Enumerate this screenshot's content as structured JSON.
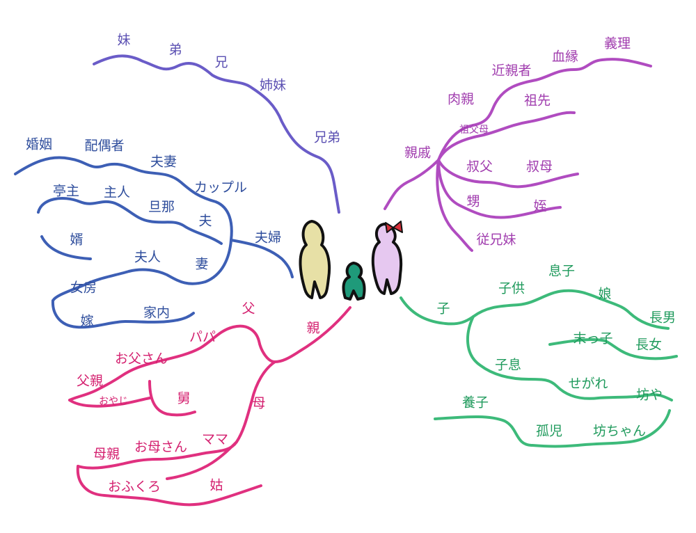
{
  "colors": {
    "purple": "#6a5cc8",
    "blue": "#3d5fb5",
    "violet": "#b04cc0",
    "green": "#3dba7a",
    "pink": "#e0307f",
    "figure_left": "#e7e0a6",
    "figure_child": "#1f9a7a",
    "figure_right": "#e6c8f0",
    "bow": "#d8303a"
  },
  "branches": {
    "siblings": [
      "妹",
      "弟",
      "兄",
      "姉妹",
      "兄弟"
    ],
    "spouse": [
      "婚姻",
      "配偶者",
      "夫妻",
      "カップル",
      "亭主",
      "主人",
      "旦那",
      "夫",
      "夫婦",
      "婿",
      "夫人",
      "妻",
      "女房",
      "嫁",
      "家内"
    ],
    "relatives": [
      "義理",
      "血縁",
      "近親者",
      "肉親",
      "祖先",
      "祖父母",
      "親戚",
      "叔父",
      "叔母",
      "甥",
      "姪",
      "従兄妹"
    ],
    "children": [
      "息子",
      "子供",
      "娘",
      "子",
      "長男",
      "末っ子",
      "長女",
      "子息",
      "せがれ",
      "坊や",
      "養子",
      "孤児",
      "坊ちゃん"
    ],
    "parents": [
      "父",
      "親",
      "パパ",
      "お父さん",
      "父親",
      "おやじ",
      "舅",
      "母",
      "ママ",
      "お母さん",
      "母親",
      "おふくろ",
      "姑"
    ]
  }
}
